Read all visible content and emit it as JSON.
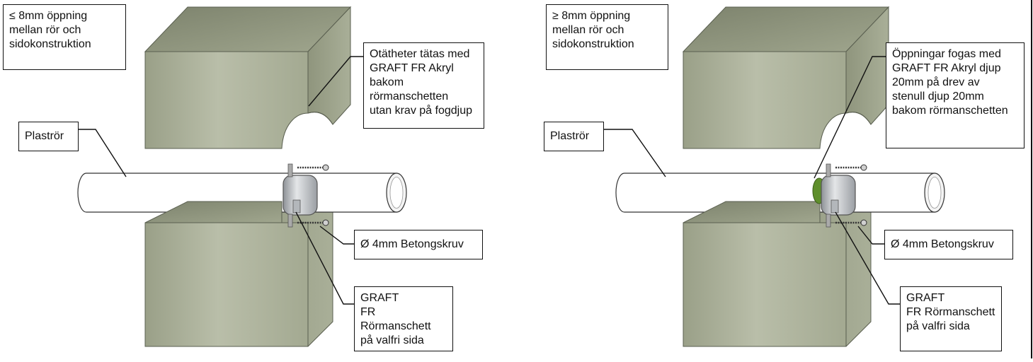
{
  "colors": {
    "concrete_light": "#b7bca7",
    "concrete_mid": "#a2a890",
    "concrete_dark": "#8b9179",
    "concrete_edge": "#5a5f50",
    "pipe_fill": "#ffffff",
    "pipe_stroke": "#333333",
    "collar_fill": "#c9ccd0",
    "sealant_green": "#5f8f2c"
  },
  "left_panel": {
    "opening_note": "≤ 8mm öppning\nmellan rör och\nsidokonstruktion",
    "seal_note": "Otätheter tätas med\nGRAFT FR Akryl\nbakom rörmanschetten\nutan krav på fogdjup",
    "pipe_label": "Plaströr",
    "screw_label": "Ø 4mm Betongskruv",
    "collar_label": "GRAFT\nFR Rörmanschett\npå valfri sida"
  },
  "right_panel": {
    "opening_note": "≥ 8mm öppning\nmellan rör och\nsidokonstruktion",
    "seal_note": "Öppningar fogas med\nGRAFT FR Akryl djup\n20mm på drev av\nstenull djup 20mm\nbakom rörmanschetten",
    "pipe_label": "Plaströr",
    "screw_label": "Ø 4mm Betongskruv",
    "collar_label": "GRAFT\nFR Rörmanschett\npå valfri sida"
  }
}
